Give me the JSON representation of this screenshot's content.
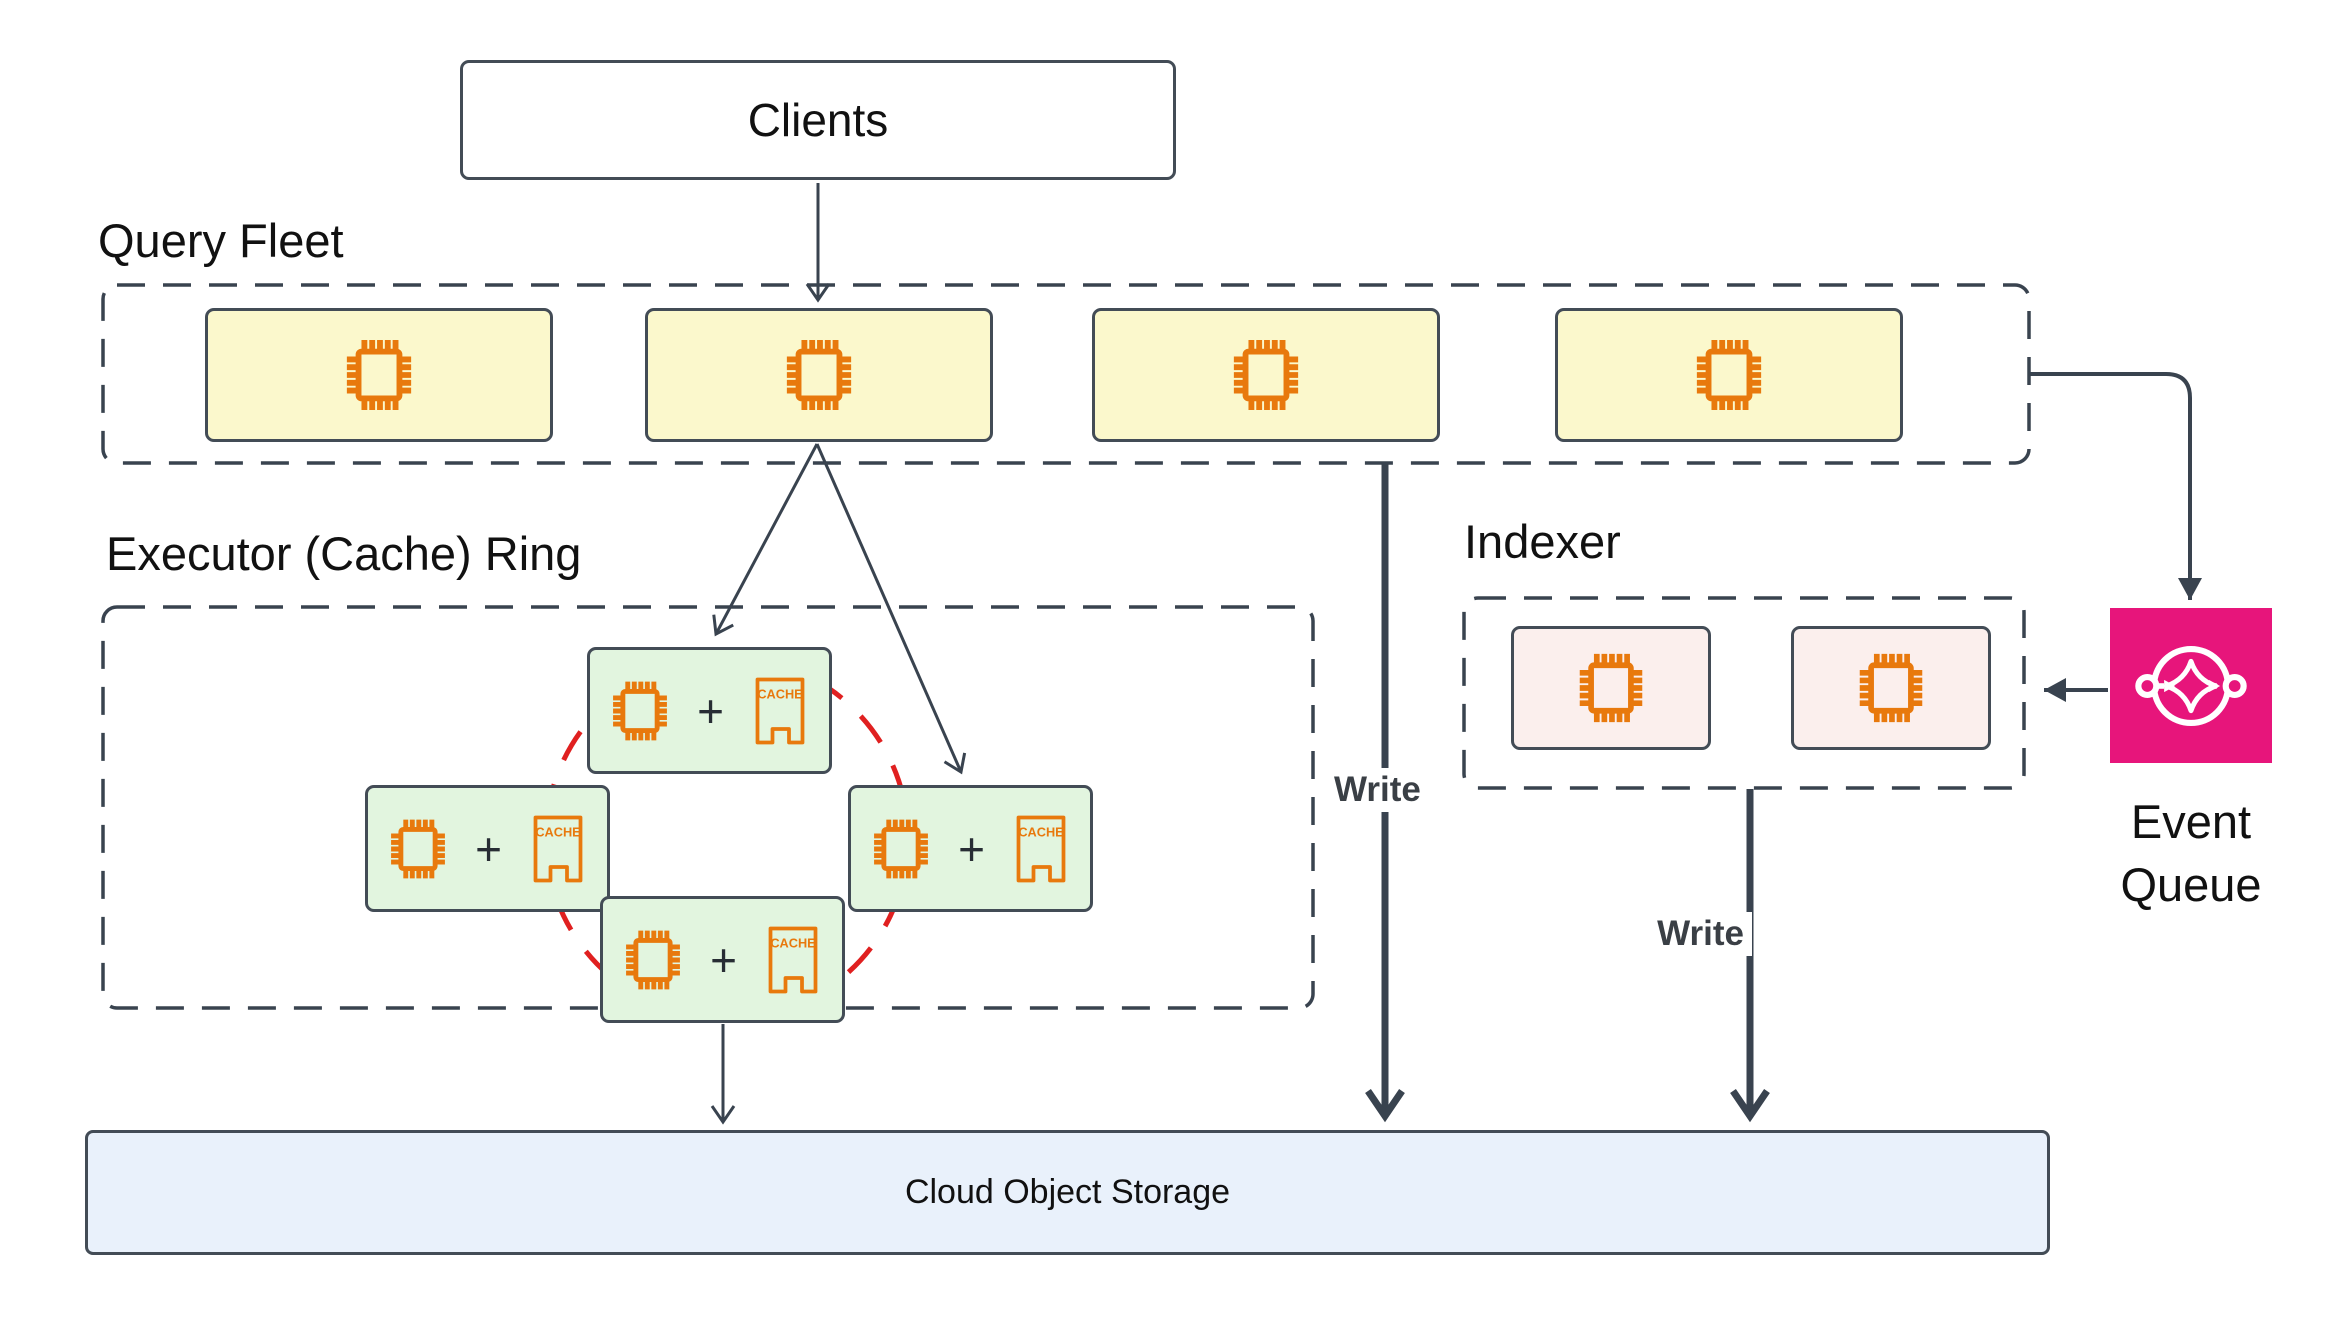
{
  "clients": {
    "label": "Clients"
  },
  "query_fleet": {
    "title": "Query Fleet",
    "node_count": 4
  },
  "executor_ring": {
    "title": "Executor (Cache) Ring",
    "node_count": 4,
    "plus_symbol": "+",
    "cache_icon_label": "CACHE"
  },
  "indexer": {
    "title": "Indexer",
    "node_count": 2
  },
  "event_queue": {
    "label_line1": "Event",
    "label_line2": "Queue"
  },
  "storage": {
    "label": "Cloud Object Storage"
  },
  "edges": {
    "query_write_label": "Write",
    "indexer_write_label": "Write"
  },
  "colors": {
    "stroke_dark": "#39434F",
    "node_border": "#434C56",
    "yellow_fill": "#FBF8CC",
    "green_fill": "#E2F5DF",
    "pink_fill": "#FBEFED",
    "blue_fill": "#E9F1FB",
    "orange": "#E8790D",
    "event_queue_pink": "#E7157B",
    "ring_red": "#E02020",
    "text": "#111111",
    "write_text": "#3A3F45"
  }
}
